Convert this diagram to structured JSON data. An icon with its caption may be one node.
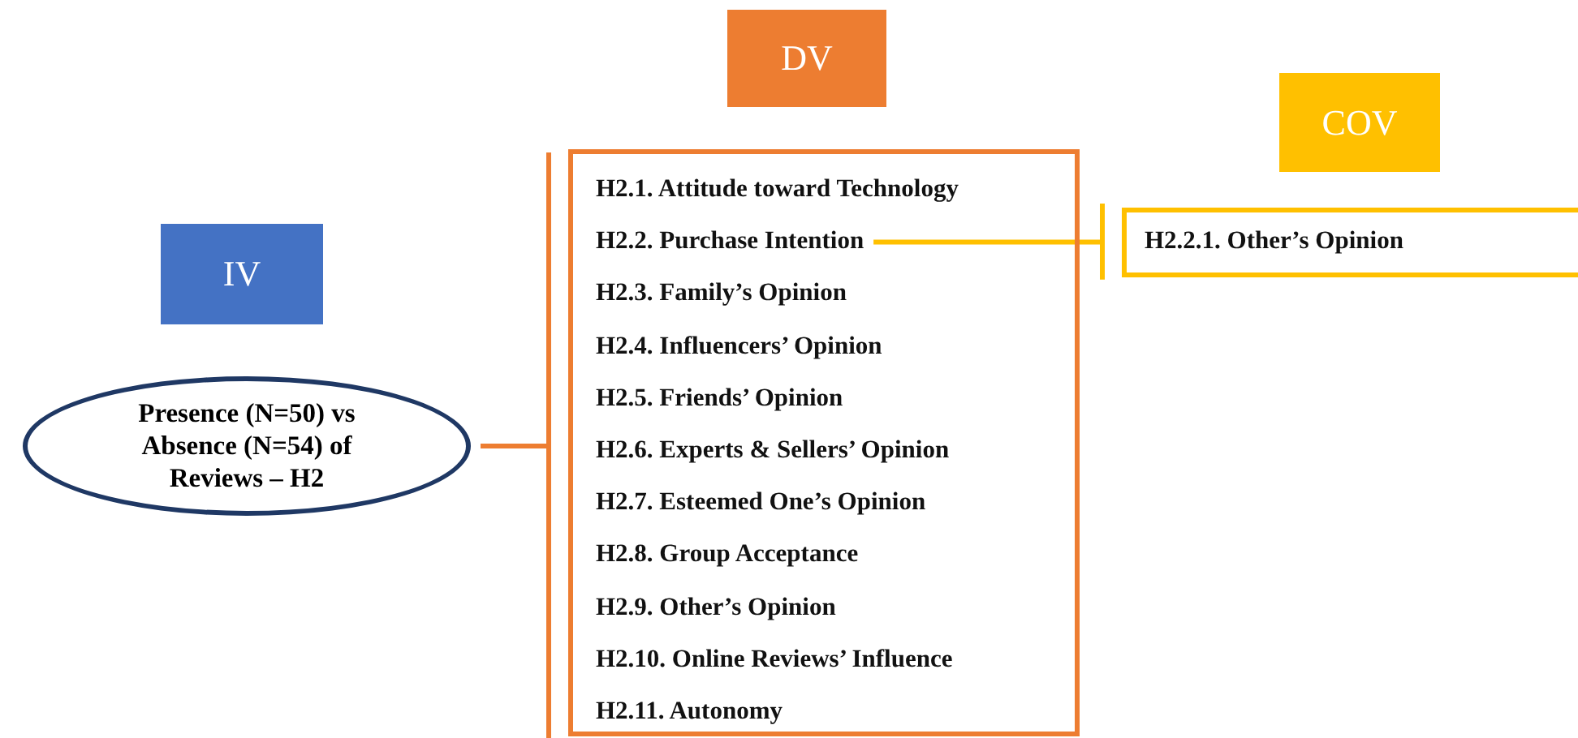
{
  "diagram": {
    "nodes": [
      {
        "text": [
          "IV"
        ]
      },
      {
        "text": [
          "Presence (N=50) vs Absence (N=54) of Reviews – H2"
        ]
      },
      {
        "text": [
          "DV"
        ]
      },
      {
        "text": [],
        "shape": "box"
      },
      {
        "text": [
          "H2.1. Attitude toward Technology"
        ],
        "in": 3
      },
      {
        "text": [
          "H2.2. Purchase Intention"
        ],
        "in": 3
      },
      {
        "text": [
          "H2.3. Family’s Opinion"
        ],
        "in": 3
      },
      {
        "text": [
          "H2.4. Influencers’ Opinion"
        ],
        "in": 3
      },
      {
        "text": [
          "H2.5. Friends’ Opinion"
        ],
        "in": 3
      },
      {
        "text": [
          "H2.6. Experts & Sellers’ Opinion"
        ],
        "in": 3
      },
      {
        "text": [
          "H2.7. Esteemed One’s Opinion"
        ],
        "in": 3
      },
      {
        "text": [
          "H2.8. Group Acceptance"
        ],
        "in": 3
      },
      {
        "text": [
          "H2.9. Other’s Opinion"
        ],
        "in": 3
      },
      {
        "text": [
          "H2.10. Online Reviews’ Influence"
        ],
        "in": 3
      },
      {
        "text": [
          "H2.11. Autonomy"
        ],
        "in": 3
      },
      {
        "text": [
          "COV"
        ]
      },
      {
        "text": [
          "H2.2.1. Other’s Opinion"
        ]
      }
    ],
    "edges": [
      {
        "from": 1,
        "to": 3,
        "arrow": "other",
        "color": "#ed7d31"
      },
      {
        "from": 5,
        "to": 16,
        "arrow": "other",
        "color": "#ffc000"
      }
    ]
  }
}
